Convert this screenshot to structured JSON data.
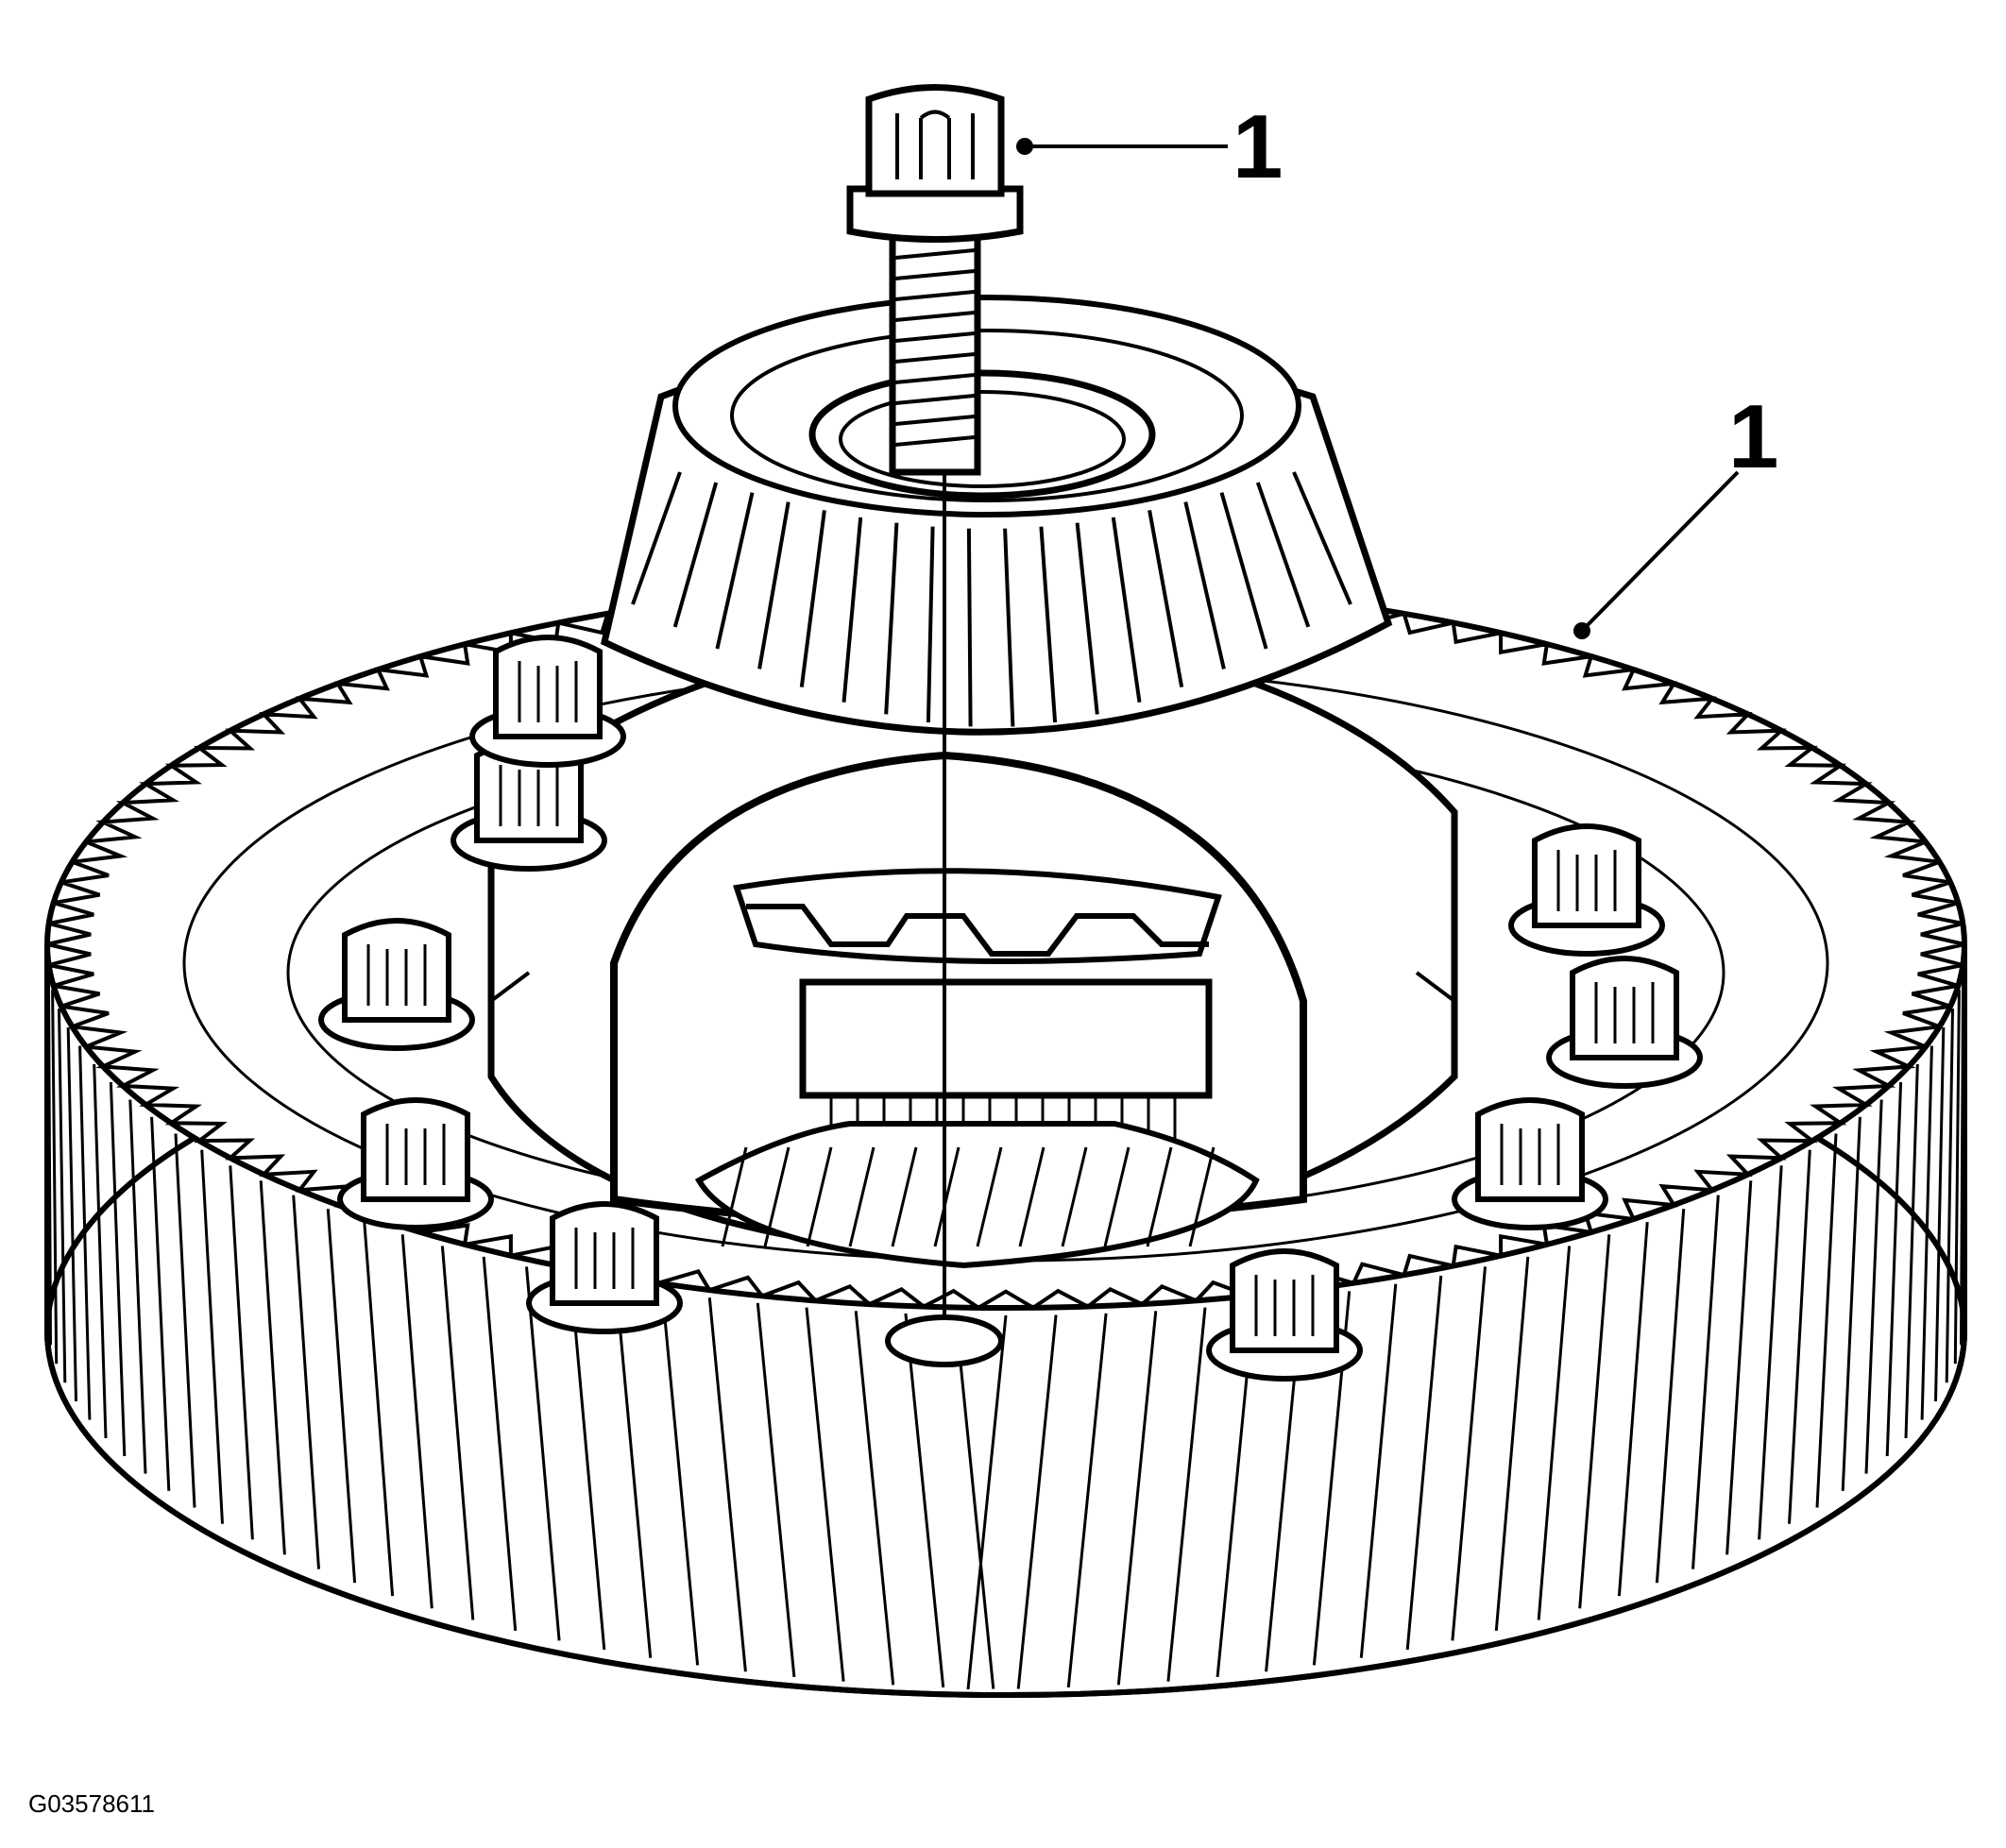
{
  "figure": {
    "callouts": [
      {
        "id": "callout-bolt",
        "label": "1"
      },
      {
        "id": "callout-gear",
        "label": "1"
      }
    ],
    "figure_id": "G03578611",
    "colors": {
      "line": "#000000",
      "background": "#ffffff"
    }
  }
}
